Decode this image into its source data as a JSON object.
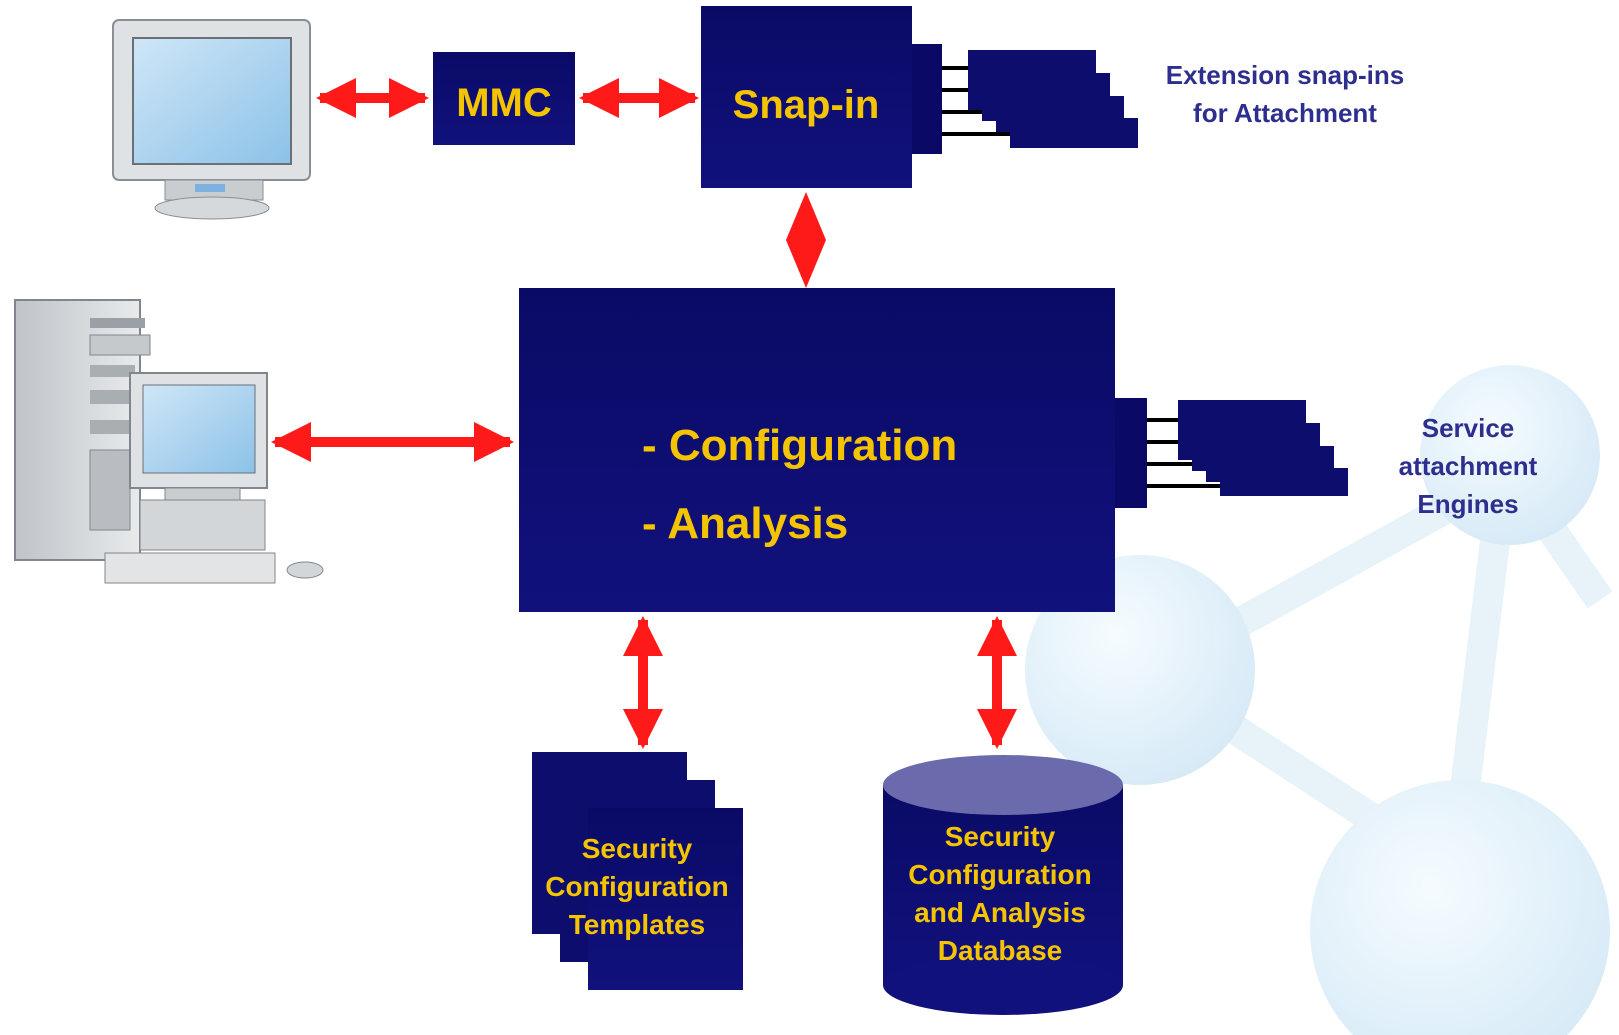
{
  "nodes": {
    "mmc": "MMC",
    "snapin": "Snap-in",
    "engine": {
      "line1": "- Configuration",
      "line2": "- Analysis"
    },
    "templates": [
      "Security",
      "Configuration",
      "Templates"
    ],
    "database": [
      "Security",
      "Configuration",
      "and Analysis",
      "Database"
    ]
  },
  "annotations": {
    "extensions": [
      "Extension snap-ins",
      "for Attachment"
    ],
    "services": [
      "Service",
      "attachment",
      "Engines"
    ]
  },
  "icons": {
    "monitor": "monitor-icon",
    "workstation": "workstation-tower-icon"
  },
  "colors": {
    "box": "#0d0d6e",
    "box_label": "#f5c400",
    "annotation": "#2e2e8f",
    "arrow": "#ff0000"
  }
}
